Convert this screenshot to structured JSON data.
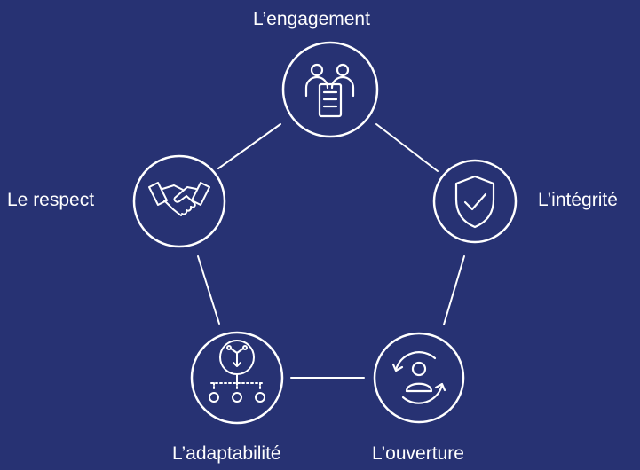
{
  "diagram": {
    "colors": {
      "background": "#273273",
      "stroke": "#ffffff"
    },
    "nodes": [
      {
        "id": "engagement",
        "label": "L’engagement",
        "icon": "people-document-icon"
      },
      {
        "id": "integrite",
        "label": "L’intégrité",
        "icon": "shield-check-icon"
      },
      {
        "id": "ouverture",
        "label": "L’ouverture",
        "icon": "person-cycle-icon"
      },
      {
        "id": "adaptabilite",
        "label": "L’adaptabilité",
        "icon": "branching-icon"
      },
      {
        "id": "respect",
        "label": "Le respect",
        "icon": "handshake-icon"
      }
    ],
    "edges": [
      [
        "engagement",
        "integrite"
      ],
      [
        "integrite",
        "ouverture"
      ],
      [
        "ouverture",
        "adaptabilite"
      ],
      [
        "adaptabilite",
        "respect"
      ],
      [
        "respect",
        "engagement"
      ]
    ]
  }
}
